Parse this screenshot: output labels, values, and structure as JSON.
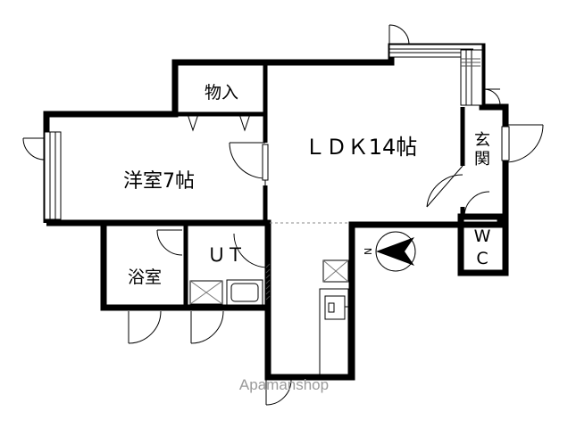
{
  "floor_plan": {
    "rooms": {
      "ldk": "ＬＤＫ14帖",
      "western_room": "洋室7帖",
      "storage": "物入",
      "entrance_1": "玄",
      "entrance_2": "関",
      "wc_1": "W",
      "wc_2": "C",
      "bath": "浴室",
      "utility": "ＵＴ"
    },
    "compass_label": "N",
    "watermark": "Apamanshop"
  },
  "colors": {
    "wall": "#000000",
    "hatch": "#555555",
    "watermark": "#9a9a9a"
  }
}
